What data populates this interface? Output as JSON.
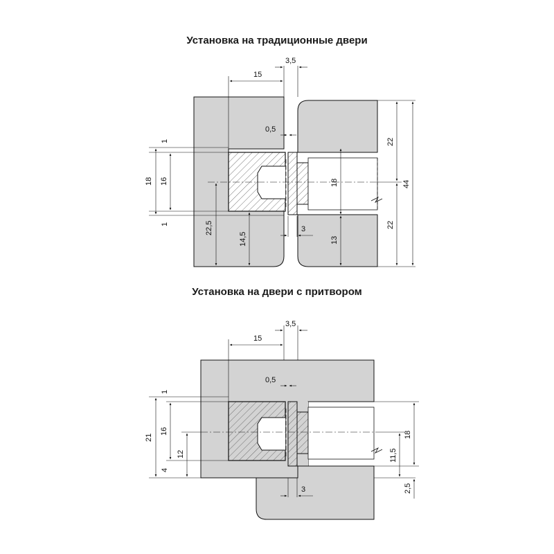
{
  "colors": {
    "panel_fill": "#d3d3d3",
    "hatch": "#555555",
    "line": "#111111",
    "page": "#ffffff"
  },
  "diagram_top": {
    "title": "Установка на традиционные двери",
    "dims": {
      "d15": "15",
      "d3_5": "3,5",
      "d0_5": "0,5",
      "d1_top": "1",
      "d1_bottom": "1",
      "d16": "16",
      "d18_left": "18",
      "d22_5": "22,5",
      "d14_5": "14,5",
      "d3": "3",
      "d18_right": "18",
      "d13": "13",
      "d22_top": "22",
      "d22_bottom": "22",
      "d44": "44"
    }
  },
  "diagram_bottom": {
    "title": "Установка на двери с притвором",
    "dims": {
      "d15": "15",
      "d3_5": "3,5",
      "d0_5": "0,5",
      "d1": "1",
      "d16": "16",
      "d21": "21",
      "d12": "12",
      "d4": "4",
      "d3": "3",
      "d11_5": "11,5",
      "d18": "18",
      "d2_5": "2,5"
    }
  }
}
